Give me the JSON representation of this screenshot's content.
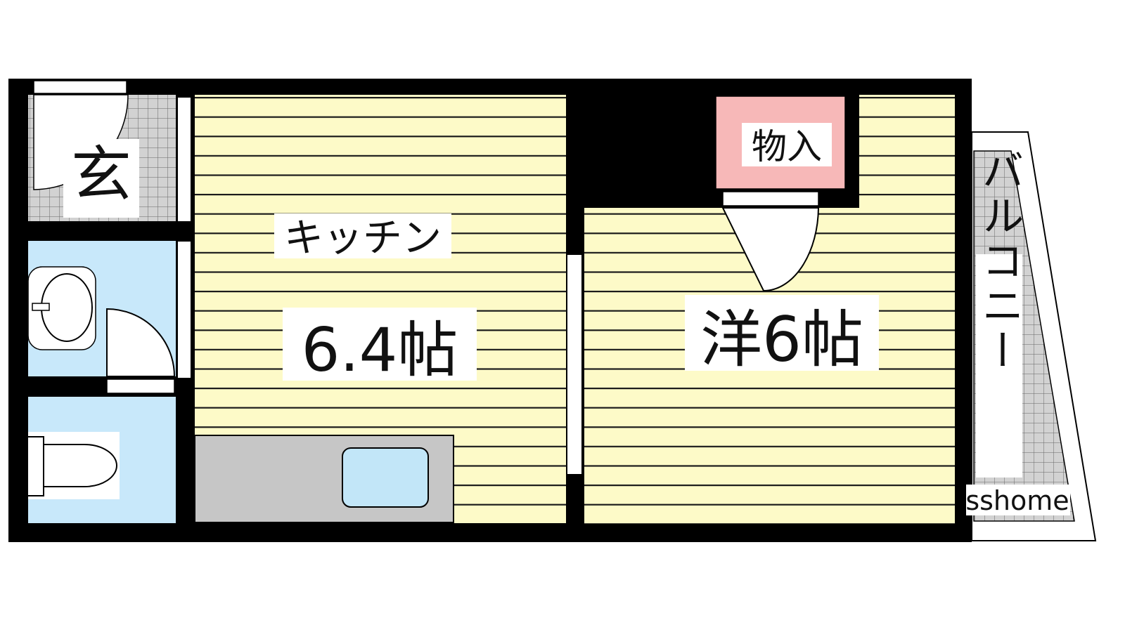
{
  "floorplan": {
    "rooms": {
      "genkan": {
        "label": "玄"
      },
      "kitchen": {
        "name": "キッチン",
        "size": "6.4帖"
      },
      "western_room": {
        "size": "洋6帖"
      },
      "storage": {
        "label": "物入"
      },
      "balcony": {
        "label": "バルコニー"
      }
    },
    "watermark": "sshome"
  },
  "colors": {
    "tatami_floor": "#fdfac8",
    "floor_lines": "#1a1a1a",
    "wall": "#000000",
    "wet_area": "#c8e8fa",
    "storage_fill": "#f7b8b8",
    "tile_gray": "#d2d2d2",
    "counter_gray": "#c6c6c6",
    "sink_blue": "#c2e6f8"
  },
  "icons": [
    "sink-icon",
    "toilet-icon",
    "door-swing-icon"
  ]
}
